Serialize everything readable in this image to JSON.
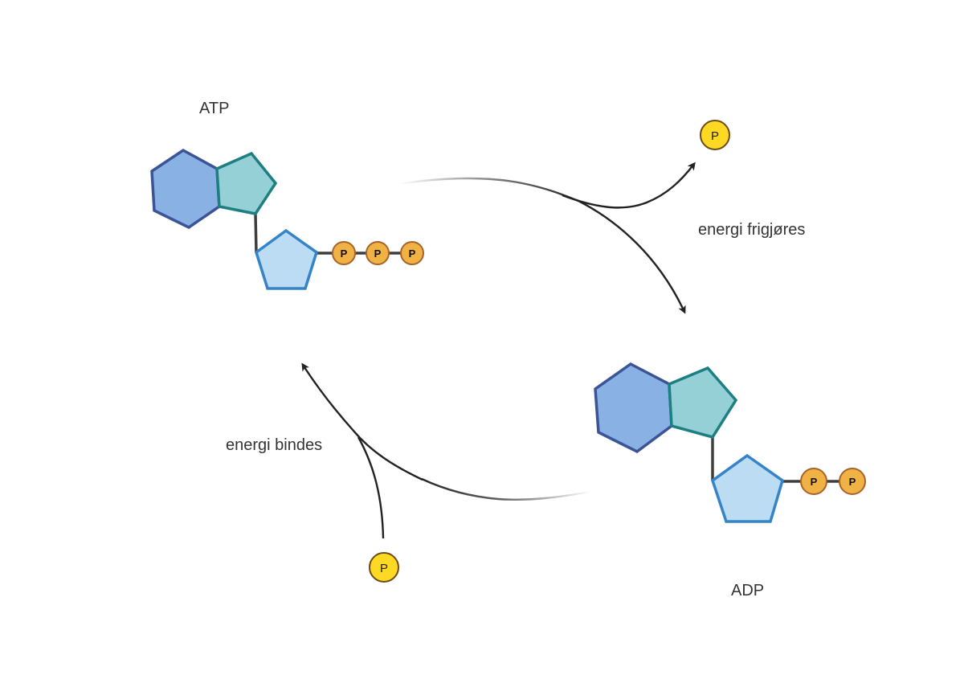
{
  "labels": {
    "atp": "ATP",
    "adp": "ADP",
    "energy_released": "energi frigjøres",
    "energy_bound": "energi bindes"
  },
  "phosphate_symbol": "P",
  "molecules": {
    "atp": {
      "phosphate_count": 3
    },
    "adp": {
      "phosphate_count": 2
    }
  },
  "colors": {
    "adenine_fill": "#8AB1E3",
    "adenine_stroke": "#3A5496",
    "imidazole_fill": "#96D0D7",
    "imidazole_stroke": "#1E7F83",
    "ribose_fill": "#BBDCF3",
    "ribose_stroke": "#3583C9",
    "bond": "#3D3D3D",
    "bound_phosphate_fill": "#F0B245",
    "bound_phosphate_stroke": "#A8632B",
    "free_phosphate_fill": "#FDD923",
    "free_phosphate_stroke": "#6B4A16",
    "arrow": "#222222",
    "text": "#333333"
  }
}
